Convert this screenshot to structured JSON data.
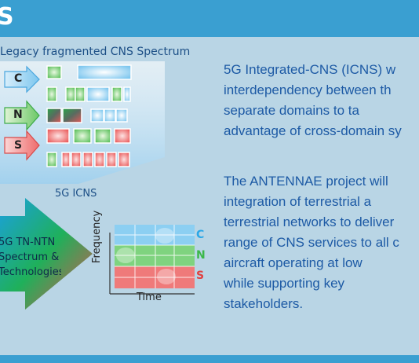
{
  "header": {
    "title": "S"
  },
  "diagram": {
    "legacy_label": "Legacy fragmented CNS Spectrum",
    "domains": [
      {
        "letter": "C",
        "color": "#2aa8e8"
      },
      {
        "letter": "N",
        "color": "#3cb84a"
      },
      {
        "letter": "S",
        "color": "#e04040"
      }
    ],
    "icns_label": "5G ICNS",
    "tn_ntn_lines": [
      "5G TN-NTN",
      "Spectrum &",
      "Technologies"
    ],
    "freq_axis_label": "Frequency",
    "time_axis_label": "Time",
    "grid_letters": [
      {
        "letter": "C",
        "color": "#2aa8e8"
      },
      {
        "letter": "N",
        "color": "#3cb84a"
      },
      {
        "letter": "S",
        "color": "#e04040"
      }
    ]
  },
  "text": {
    "paragraph1_lines": [
      "5G Integrated-CNS (ICNS) w",
      "interdependency between th",
      "separate domains to ta",
      "advantage of cross-domain sy"
    ],
    "paragraph2_lines": [
      "The ANTENNAE project will",
      "integration of terrestrial a",
      "terrestrial networks to deliver",
      "range of CNS services to all c",
      "aircraft operating at low",
      "while supporting key",
      "stakeholders."
    ]
  }
}
